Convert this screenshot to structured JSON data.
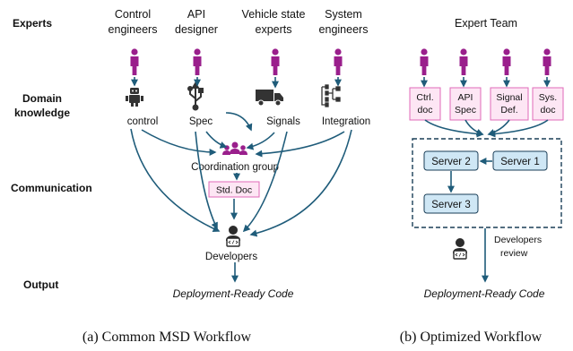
{
  "row_labels": {
    "experts": "Experts",
    "domain_line1": "Domain",
    "domain_line2": "knowledge",
    "communication": "Communication",
    "output": "Output"
  },
  "panel_a": {
    "experts": [
      {
        "line1": "Control",
        "line2": "engineers"
      },
      {
        "line1": "API",
        "line2": "designer"
      },
      {
        "line1": "Vehicle state",
        "line2": "experts"
      },
      {
        "line1": "System",
        "line2": "engineers"
      }
    ],
    "knowledge": {
      "control": "control",
      "spec": "Spec",
      "signals": "Signals",
      "integration": "Integration"
    },
    "coordination": "Coordination group",
    "std_doc": "Std. Doc",
    "developers": "Developers",
    "output": "Deployment-Ready Code",
    "caption": "(a) Common MSD Workflow"
  },
  "panel_b": {
    "title": "Expert Team",
    "docs": [
      {
        "line1": "Ctrl.",
        "line2": "doc"
      },
      {
        "line1": "API",
        "line2": "Spec"
      },
      {
        "line1": "Signal",
        "line2": "Def."
      },
      {
        "line1": "Sys.",
        "line2": "doc"
      }
    ],
    "servers": {
      "s1": "Server 1",
      "s2": "Server 2",
      "s3": "Server 3"
    },
    "developers_line1": "Developers",
    "developers_line2": "review",
    "output": "Deployment-Ready Code",
    "caption": "(b) Optimized Workflow"
  },
  "colors": {
    "arrow": "#1f5c7a",
    "person": "#9a1f8c",
    "doc_fill": "#fde6f4",
    "doc_border": "#e06ab8",
    "server_fill": "#cfe7f5",
    "server_border": "#1a3e57"
  },
  "icons": [
    "person-icon",
    "robot-icon",
    "usb-icon",
    "truck-icon",
    "integration-icon",
    "group-icon",
    "developer-laptop-icon"
  ]
}
